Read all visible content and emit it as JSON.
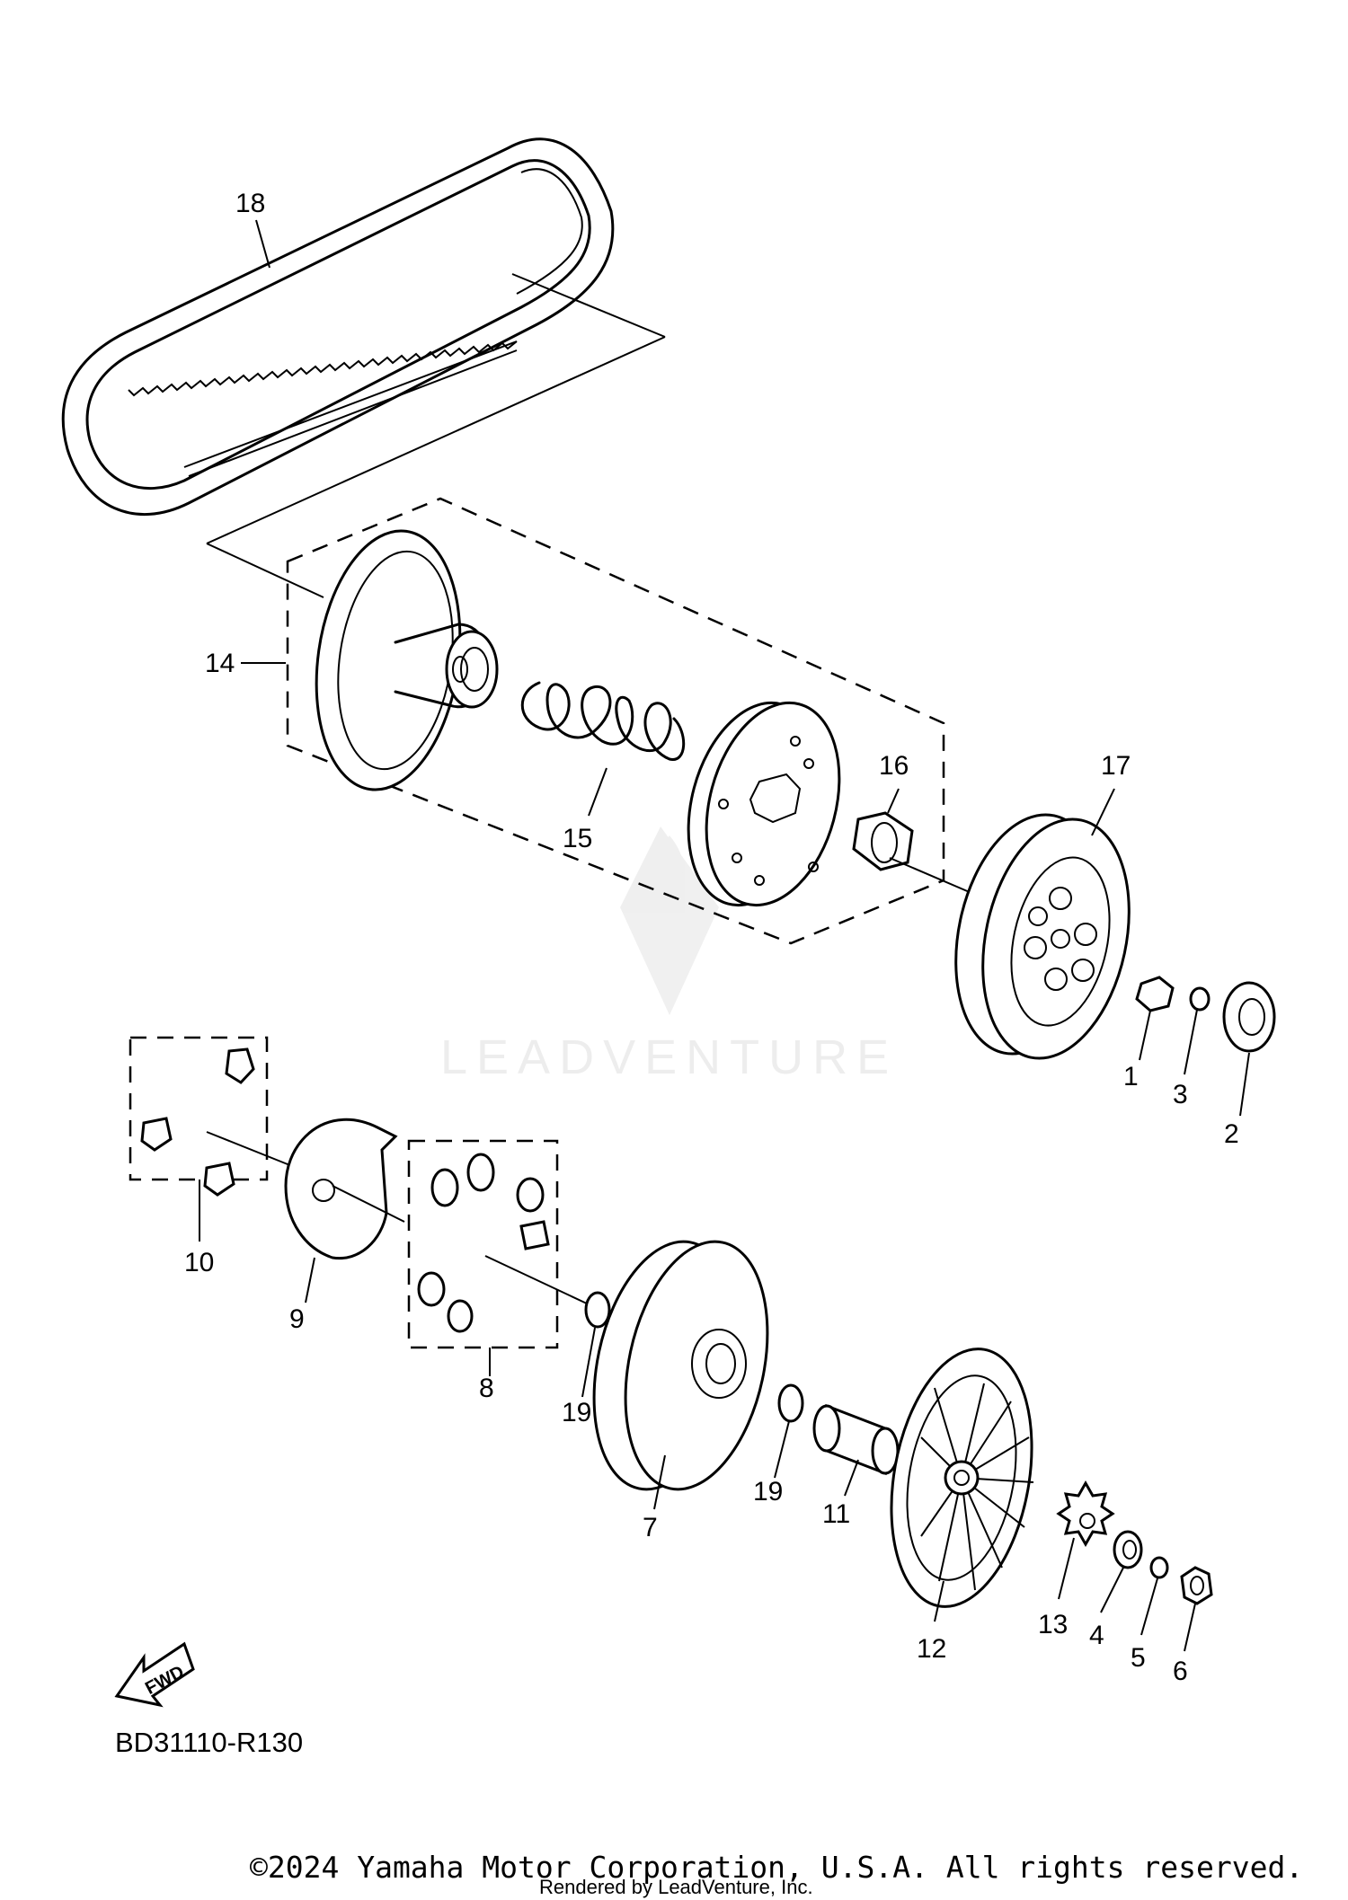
{
  "diagram": {
    "code": "BD31110-R130",
    "fwd_label": "FWD",
    "watermark": "LEADVENTURE",
    "copyright": "©2024 Yamaha Motor Corporation, U.S.A. All rights reserved.",
    "rendered_by": "Rendered by LeadVenture, Inc.",
    "callouts": {
      "c1": "1",
      "c2": "2",
      "c3": "3",
      "c4": "4",
      "c5": "5",
      "c6": "6",
      "c7": "7",
      "c8": "8",
      "c9": "9",
      "c10": "10",
      "c11": "11",
      "c12": "12",
      "c13": "13",
      "c14": "14",
      "c15": "15",
      "c16": "16",
      "c17": "17",
      "c18": "18",
      "c19a": "19",
      "c19b": "19"
    }
  }
}
